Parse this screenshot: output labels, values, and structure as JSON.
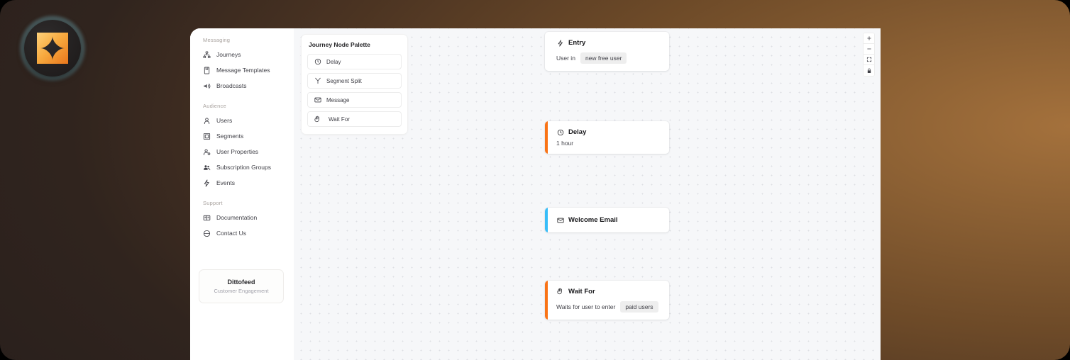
{
  "logo": {
    "name": "dittofeed-star-logo",
    "star_color": "#F5A43C",
    "glow_color": "#7FC6D6"
  },
  "sidebar": {
    "groups": [
      {
        "label": "Messaging",
        "items": [
          {
            "label": "Journeys",
            "icon": "journeys-icon"
          },
          {
            "label": "Message Templates",
            "icon": "template-icon"
          },
          {
            "label": "Broadcasts",
            "icon": "broadcast-icon"
          }
        ]
      },
      {
        "label": "Audience",
        "items": [
          {
            "label": "Users",
            "icon": "user-icon"
          },
          {
            "label": "Segments",
            "icon": "segments-icon"
          },
          {
            "label": "User Properties",
            "icon": "user-properties-icon"
          },
          {
            "label": "Subscription Groups",
            "icon": "subscription-groups-icon"
          },
          {
            "label": "Events",
            "icon": "events-icon"
          }
        ]
      },
      {
        "label": "Support",
        "items": [
          {
            "label": "Documentation",
            "icon": "book-icon"
          },
          {
            "label": "Contact Us",
            "icon": "chat-icon"
          }
        ]
      }
    ],
    "brand": {
      "name": "Dittofeed",
      "tagline": "Customer Engagement"
    }
  },
  "palette": {
    "title": "Journey Node Palette",
    "items": [
      {
        "label": "Delay",
        "icon": "clock-icon"
      },
      {
        "label": "Segment Split",
        "icon": "split-icon"
      },
      {
        "label": "Message",
        "icon": "envelope-icon"
      },
      {
        "label": "Wait For",
        "icon": "hand-icon"
      }
    ]
  },
  "journey": {
    "nodes": [
      {
        "id": "entry",
        "title": "Entry",
        "icon": "lightning-icon",
        "body_prefix": "User in",
        "chip": "new free user",
        "accent": "none"
      },
      {
        "id": "delay",
        "title": "Delay",
        "icon": "clock-icon",
        "body_text": "1 hour",
        "accent": "#F97316"
      },
      {
        "id": "email",
        "title": "Welcome Email",
        "icon": "envelope-icon",
        "accent": "#38BDF8"
      },
      {
        "id": "wait",
        "title": "Wait For",
        "icon": "hand-icon",
        "body_prefix": "Waits for user to enter",
        "chip": "paid users",
        "accent": "#F97316"
      }
    ]
  },
  "canvas_controls": [
    {
      "name": "zoom-in",
      "icon": "plus-icon"
    },
    {
      "name": "zoom-out",
      "icon": "minus-icon"
    },
    {
      "name": "fit-view",
      "icon": "fit-view-icon"
    },
    {
      "name": "lock",
      "icon": "lock-icon"
    }
  ]
}
